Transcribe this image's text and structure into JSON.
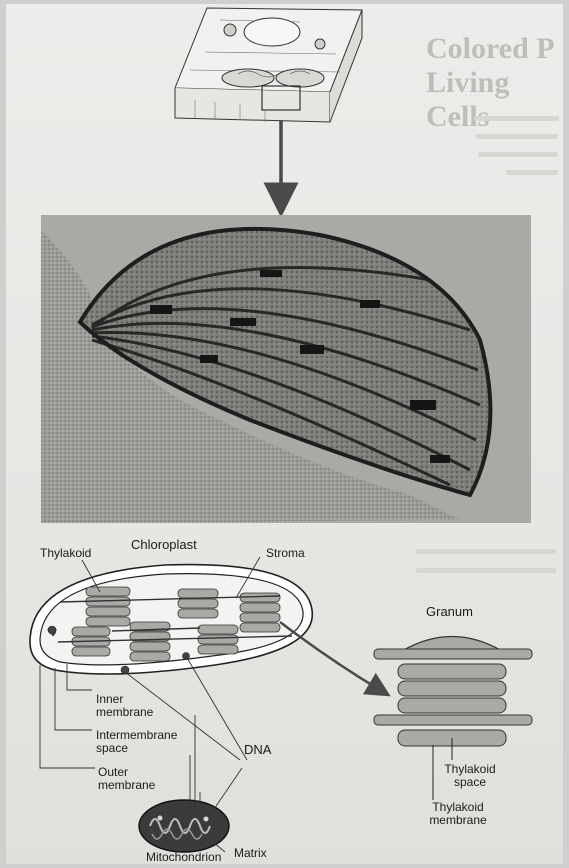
{
  "labels": {
    "chloroplast": "Chloroplast",
    "thylakoid": "Thylakoid",
    "stroma": "Stroma",
    "granum": "Granum",
    "inner_membrane": "Inner membrane",
    "intermembrane_space": "Intermembrane space",
    "outer_membrane": "Outer membrane",
    "dna": "DNA",
    "thylakoid_space": "Thylakoid space",
    "thylakoid_membrane": "Thylakoid membrane",
    "mitochondrion": "Mitochondrion",
    "matrix": "Matrix"
  },
  "bleedthrough": {
    "heading_line1": "Colored P",
    "heading_line2": "Living Cells"
  },
  "colors": {
    "page": "#e8e8e5",
    "granum_fill": "#a9a9a6",
    "stroma_fill": "#f3f3f1",
    "micrograph_dark": "#2a2a2a",
    "mitochondrion_fill": "#3b3b3b",
    "arrow": "#4a4a4a"
  }
}
